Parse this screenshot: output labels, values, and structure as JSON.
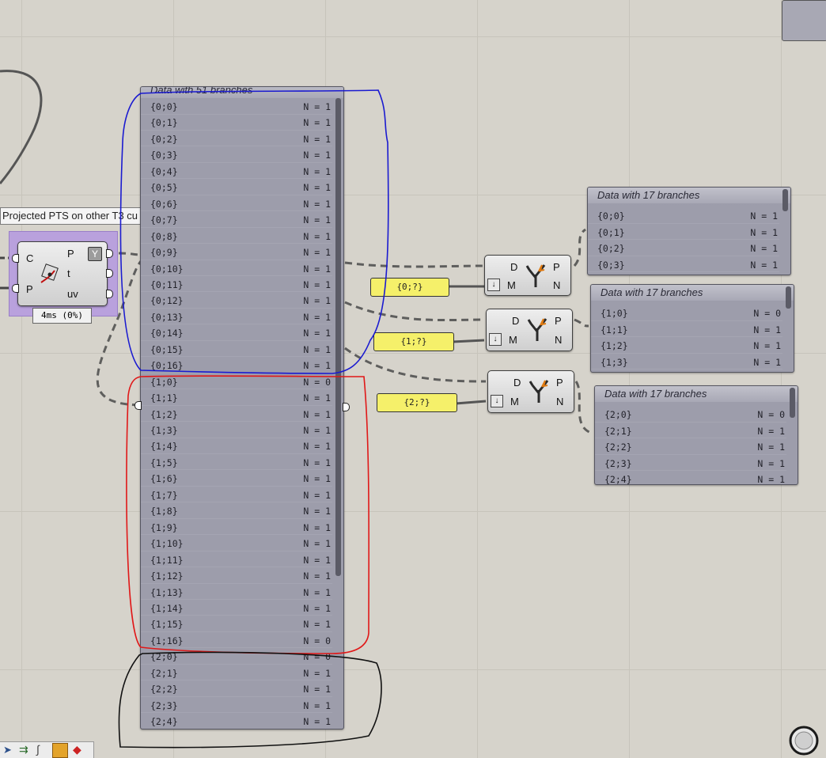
{
  "left_component": {
    "tooltip": "Projected PTS on other T3 cu",
    "inputs": [
      "C",
      "P"
    ],
    "outputs": [
      "P",
      "t",
      "uv"
    ],
    "timing": "4ms (0%)"
  },
  "main_panel": {
    "title": "Data with 51 branches",
    "rows": [
      {
        "path": "{0;0}",
        "count": "N = 1"
      },
      {
        "path": "{0;1}",
        "count": "N = 1"
      },
      {
        "path": "{0;2}",
        "count": "N = 1"
      },
      {
        "path": "{0;3}",
        "count": "N = 1"
      },
      {
        "path": "{0;4}",
        "count": "N = 1"
      },
      {
        "path": "{0;5}",
        "count": "N = 1"
      },
      {
        "path": "{0;6}",
        "count": "N = 1"
      },
      {
        "path": "{0;7}",
        "count": "N = 1"
      },
      {
        "path": "{0;8}",
        "count": "N = 1"
      },
      {
        "path": "{0;9}",
        "count": "N = 1"
      },
      {
        "path": "{0;10}",
        "count": "N = 1"
      },
      {
        "path": "{0;11}",
        "count": "N = 1"
      },
      {
        "path": "{0;12}",
        "count": "N = 1"
      },
      {
        "path": "{0;13}",
        "count": "N = 1"
      },
      {
        "path": "{0;14}",
        "count": "N = 1"
      },
      {
        "path": "{0;15}",
        "count": "N = 1"
      },
      {
        "path": "{0;16}",
        "count": "N = 1"
      },
      {
        "path": "{1;0}",
        "count": "N = 0"
      },
      {
        "path": "{1;1}",
        "count": "N = 1"
      },
      {
        "path": "{1;2}",
        "count": "N = 1"
      },
      {
        "path": "{1;3}",
        "count": "N = 1"
      },
      {
        "path": "{1;4}",
        "count": "N = 1"
      },
      {
        "path": "{1;5}",
        "count": "N = 1"
      },
      {
        "path": "{1;6}",
        "count": "N = 1"
      },
      {
        "path": "{1;7}",
        "count": "N = 1"
      },
      {
        "path": "{1;8}",
        "count": "N = 1"
      },
      {
        "path": "{1;9}",
        "count": "N = 1"
      },
      {
        "path": "{1;10}",
        "count": "N = 1"
      },
      {
        "path": "{1;11}",
        "count": "N = 1"
      },
      {
        "path": "{1;12}",
        "count": "N = 1"
      },
      {
        "path": "{1;13}",
        "count": "N = 1"
      },
      {
        "path": "{1;14}",
        "count": "N = 1"
      },
      {
        "path": "{1;15}",
        "count": "N = 1"
      },
      {
        "path": "{1;16}",
        "count": "N = 0"
      },
      {
        "path": "{2;0}",
        "count": "N = 0"
      },
      {
        "path": "{2;1}",
        "count": "N = 1"
      },
      {
        "path": "{2;2}",
        "count": "N = 1"
      },
      {
        "path": "{2;3}",
        "count": "N = 1"
      },
      {
        "path": "{2;4}",
        "count": "N = 1"
      }
    ]
  },
  "dispatch_components": [
    {
      "inputs": [
        "D",
        "M"
      ],
      "outputs": [
        "P",
        "N"
      ],
      "mask": "{0;?}"
    },
    {
      "inputs": [
        "D",
        "M"
      ],
      "outputs": [
        "P",
        "N"
      ],
      "mask": "{1;?}"
    },
    {
      "inputs": [
        "D",
        "M"
      ],
      "outputs": [
        "P",
        "N"
      ],
      "mask": "{2;?}"
    }
  ],
  "result_panels": [
    {
      "title": "Data with 17 branches",
      "rows": [
        {
          "path": "{0;0}",
          "count": "N = 1"
        },
        {
          "path": "{0;1}",
          "count": "N = 1"
        },
        {
          "path": "{0;2}",
          "count": "N = 1"
        },
        {
          "path": "{0;3}",
          "count": "N = 1"
        }
      ]
    },
    {
      "title": "Data with 17 branches",
      "rows": [
        {
          "path": "{1;0}",
          "count": "N = 0"
        },
        {
          "path": "{1;1}",
          "count": "N = 1"
        },
        {
          "path": "{1;2}",
          "count": "N = 1"
        },
        {
          "path": "{1;3}",
          "count": "N = 1"
        }
      ]
    },
    {
      "title": "Data with 17 branches",
      "rows": [
        {
          "path": "{2;0}",
          "count": "N = 0"
        },
        {
          "path": "{2;1}",
          "count": "N = 1"
        },
        {
          "path": "{2;2}",
          "count": "N = 1"
        },
        {
          "path": "{2;3}",
          "count": "N = 1"
        },
        {
          "path": "{2;4}",
          "count": "N = 1"
        }
      ]
    }
  ],
  "annotation_colors": {
    "group_0": "#1a1ad0",
    "group_1": "#e01818",
    "group_2": "#111111"
  },
  "toolbar_icons": [
    "select-arrow-icon",
    "align-icon",
    "curve-icon",
    "wire-display-icon",
    "gem-icon"
  ]
}
